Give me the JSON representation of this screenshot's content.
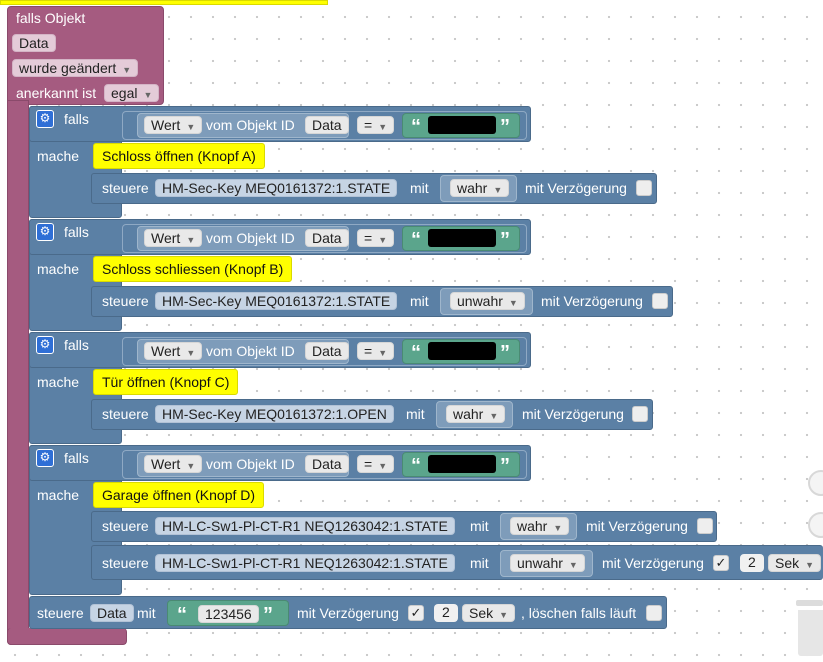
{
  "event": {
    "label": "falls Objekt",
    "object_id": "Data",
    "condition": "wurde geändert",
    "ack_label": "anerkannt ist",
    "ack_value": "egal"
  },
  "common": {
    "if_label": "falls",
    "do_label": "mache",
    "value_field": "Wert",
    "of_object_label": "vom Objekt ID",
    "object_ref": "Data",
    "operator": "=",
    "open_quote": "“",
    "close_quote": "”",
    "set_label": "steuere",
    "with_label": "mit",
    "delay_label": "mit Verzögerung"
  },
  "blocks": [
    {
      "comment": "Schloss öffnen (Knopf A)",
      "actions": [
        {
          "state": "HM-Sec-Key MEQ0161372:1.STATE",
          "value": "wahr"
        }
      ]
    },
    {
      "comment": "Schloss schliessen (Knopf B)",
      "actions": [
        {
          "state": "HM-Sec-Key MEQ0161372:1.STATE",
          "value": "unwahr"
        }
      ]
    },
    {
      "comment": "Tür öffnen (Knopf C)",
      "actions": [
        {
          "state": "HM-Sec-Key MEQ0161372:1.OPEN",
          "value": "wahr"
        }
      ]
    },
    {
      "comment": "Garage  öffnen (Knopf D)",
      "actions": [
        {
          "state": "HM-LC-Sw1-Pl-CT-R1 NEQ1263042:1.STATE",
          "value": "wahr"
        },
        {
          "state": "HM-LC-Sw1-Pl-CT-R1 NEQ1263042:1.STATE",
          "value": "unwahr",
          "delay_checked": "✓",
          "delay_value": "2",
          "delay_unit": "Sek"
        }
      ]
    }
  ],
  "final": {
    "set_label": "steuere",
    "target": "Data",
    "with_label": "mit",
    "value": "123456",
    "delay_label": "mit Verzögerung",
    "delay_checked": "✓",
    "delay_value": "2",
    "delay_unit": "Sek",
    "clear_label": ", löschen falls läuft"
  },
  "icons": {
    "gear": "⚙",
    "dropdown": "▼"
  }
}
